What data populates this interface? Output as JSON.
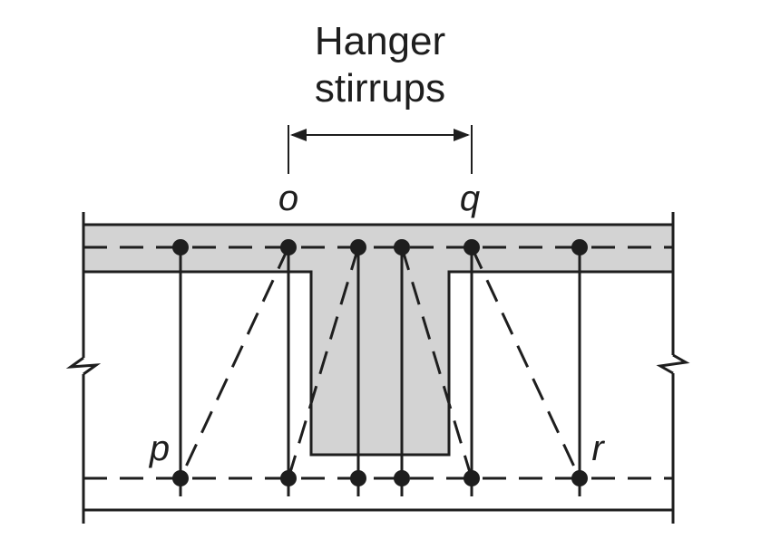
{
  "diagram": {
    "title_line1": "Hanger",
    "title_line2": "stirrups",
    "node_labels": {
      "o": "o",
      "q": "q",
      "p": "p",
      "r": "r"
    },
    "colors": {
      "concrete": "#d3d3d3",
      "ink": "#1e1e1e",
      "background": "#ffffff"
    }
  }
}
